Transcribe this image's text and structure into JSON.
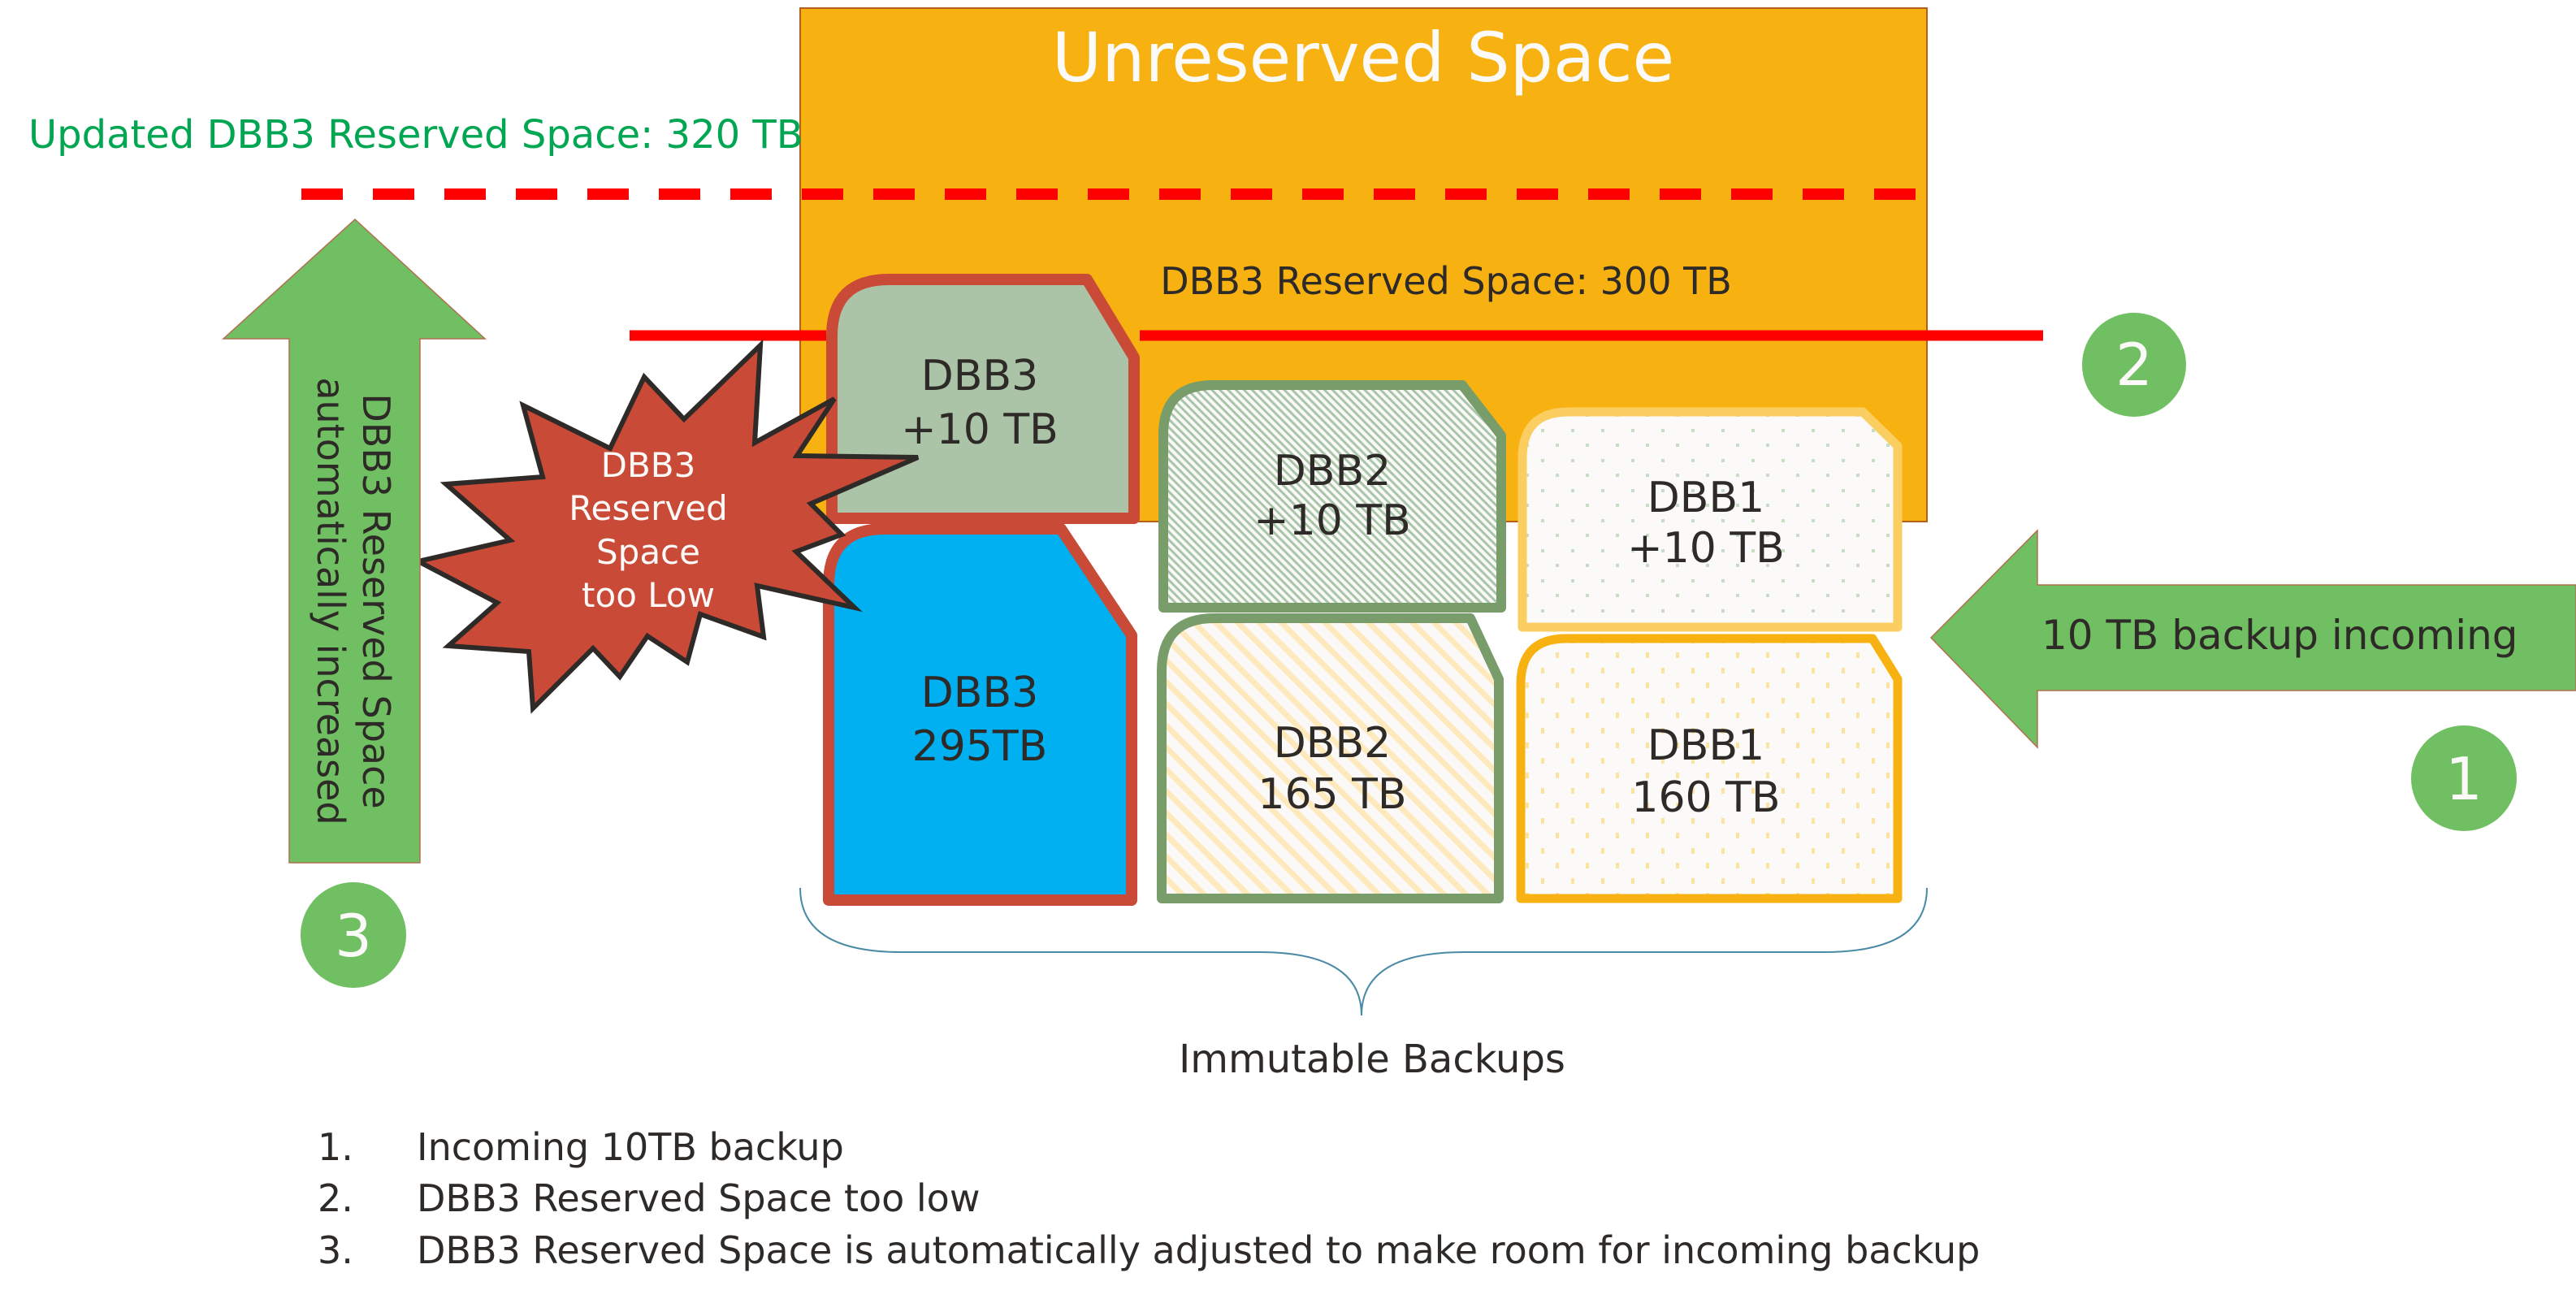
{
  "colors": {
    "unreserved_fill": "#f7b211",
    "reserved_line": "#ff0000",
    "step_green": "#70bf62",
    "starburst_fill": "#c84a37",
    "starburst_stroke": "#2e2a28",
    "dbb3_border": "#c84a37",
    "dbb3_incoming_fill": "#abc4a7",
    "dbb3_existing_fill": "#00b0f0",
    "dbb2_border": "#789d6b",
    "dbb1_incoming_border": "#fbce62",
    "dbb1_existing_border": "#f7b211",
    "brace": "#4a8aa5",
    "updated_label": "#00a651"
  },
  "unreserved": {
    "label": "Unreserved Space"
  },
  "reserved_line": {
    "label": "DBB3 Reserved Space: 300 TB",
    "value_tb": 300
  },
  "updated_line": {
    "label": "Updated DBB3 Reserved Space: 320 TB",
    "value_tb": 320
  },
  "blocks": {
    "dbb3_incoming": {
      "name": "DBB3",
      "size": "+10 TB"
    },
    "dbb3_existing": {
      "name": "DBB3",
      "size": "295TB"
    },
    "dbb2_incoming": {
      "name": "DBB2",
      "size": "+10 TB"
    },
    "dbb2_existing": {
      "name": "DBB2",
      "size": "165 TB"
    },
    "dbb1_incoming": {
      "name": "DBB1",
      "size": "+10 TB"
    },
    "dbb1_existing": {
      "name": "DBB1",
      "size": "160 TB"
    }
  },
  "starburst": {
    "lines": [
      "DBB3",
      "Reserved",
      "Space",
      "too Low"
    ]
  },
  "incoming_arrow": {
    "label": "10 TB backup incoming"
  },
  "increase_arrow": {
    "line1": "DBB3 Reserved Space",
    "line2": "automatically increased"
  },
  "brace": {
    "label": "Immutable Backups"
  },
  "steps": {
    "one": "1",
    "two": "2",
    "three": "3"
  },
  "legend": [
    {
      "num": "1.",
      "text": "Incoming 10TB backup"
    },
    {
      "num": "2.",
      "text": "DBB3 Reserved Space too low"
    },
    {
      "num": "3.",
      "text": "DBB3 Reserved Space is automatically adjusted to make room for incoming backup"
    }
  ]
}
